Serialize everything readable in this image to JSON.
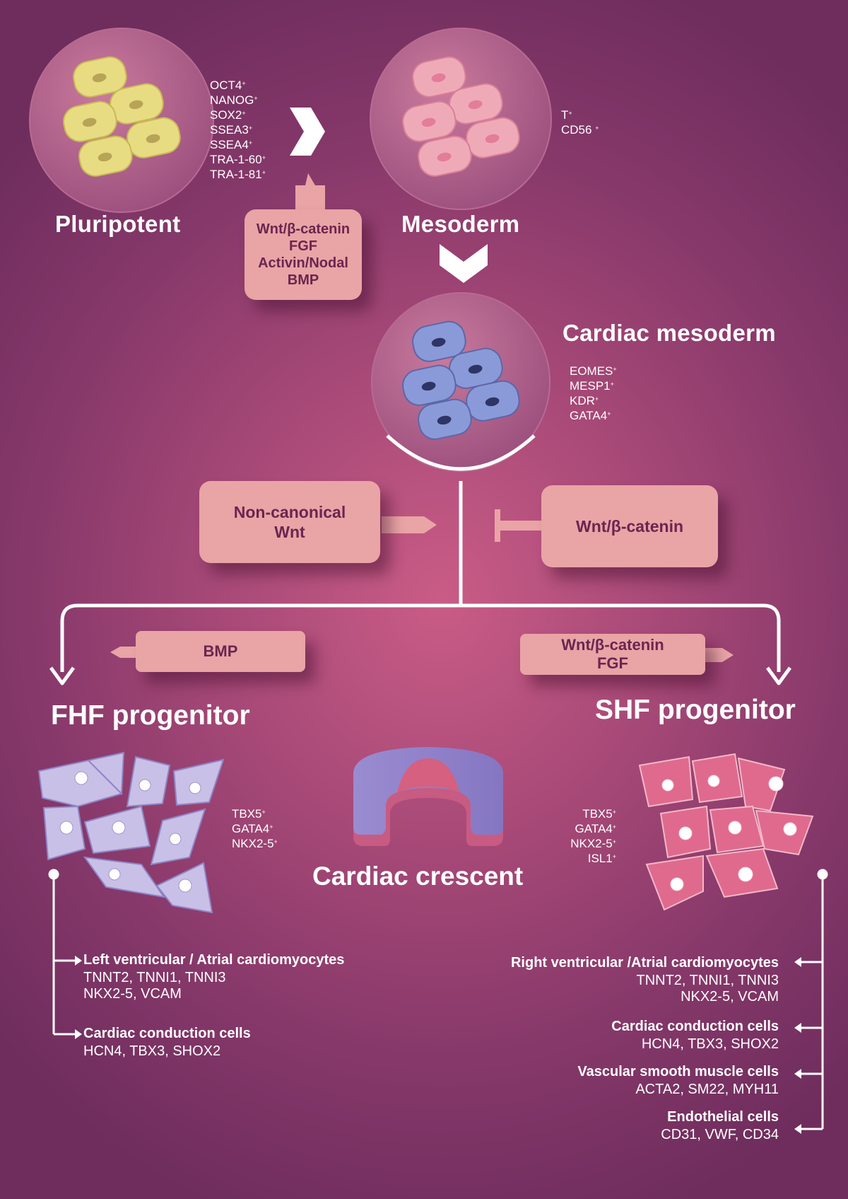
{
  "stages": {
    "pluripotent": {
      "label": "Pluripotent",
      "markers": [
        "OCT4",
        "NANOG",
        "SOX2",
        "SSEA3",
        "SSEA4",
        "TRA-1-60",
        "TRA-1-81"
      ]
    },
    "mesoderm": {
      "label": "Mesoderm",
      "markers": [
        "T",
        "CD56"
      ]
    },
    "cardiac_mesoderm": {
      "label": "Cardiac mesoderm",
      "markers": [
        "EOMES",
        "MESP1",
        "KDR",
        "GATA4"
      ]
    },
    "fhf": {
      "label": "FHF progenitor",
      "markers": [
        "TBX5",
        "GATA4",
        "NKX2-5"
      ]
    },
    "shf": {
      "label": "SHF progenitor",
      "markers": [
        "TBX5",
        "GATA4",
        "NKX2-5",
        "ISL1"
      ]
    },
    "crescent": {
      "label": "Cardiac crescent"
    }
  },
  "signals": {
    "pluri_to_meso": [
      "Wnt/β-catenin",
      "FGF",
      "Activin/Nodal",
      "BMP"
    ],
    "non_canonical": [
      "Non-canonical",
      "Wnt"
    ],
    "wnt_inhibit": [
      "Wnt/β-catenin"
    ],
    "bmp": [
      "BMP"
    ],
    "wnt_fgf": [
      "Wnt/β-catenin",
      "FGF"
    ]
  },
  "fhf_derivatives": [
    {
      "title": "Left ventricular  / Atrial  cardiomyocytes",
      "lines": [
        "TNNT2, TNNI1, TNNI3",
        "NKX2-5, VCAM"
      ]
    },
    {
      "title": "Cardiac conduction cells",
      "lines": [
        "HCN4, TBX3, SHOX2"
      ]
    }
  ],
  "shf_derivatives": [
    {
      "title": "Right ventricular /Atrial cardiomyocytes",
      "lines": [
        "TNNT2, TNNI1, TNNI3",
        "NKX2-5, VCAM"
      ]
    },
    {
      "title": "Cardiac conduction cells",
      "lines": [
        "HCN4, TBX3, SHOX2"
      ]
    },
    {
      "title": "Vascular smooth muscle cells",
      "lines": [
        "ACTA2, SM22, MYH11"
      ]
    },
    {
      "title": "Endothelial cells",
      "lines": [
        "CD31, VWF, CD34"
      ]
    }
  ],
  "colors": {
    "pluripotent_cell": "#e8dc83",
    "mesoderm_cell": "#efaab8",
    "cardiac_mesoderm_cell": "#8a9ad8",
    "fhf_cell": "#c8c0e6",
    "shf_cell": "#e06a8e",
    "signal_box": "#e9a4a6"
  }
}
